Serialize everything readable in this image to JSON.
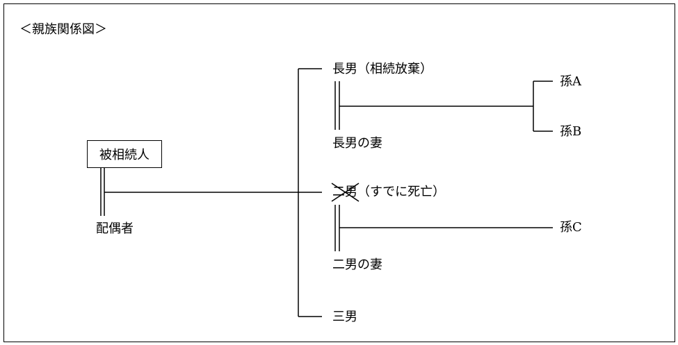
{
  "title": "＜親族関係図＞",
  "decedent": "被相続人",
  "spouse": "配偶者",
  "eldest_son": "長男（相続放棄）",
  "eldest_son_wife": "長男の妻",
  "second_son_name": "二男",
  "second_son_note": "（すでに死亡）",
  "second_son_wife": "二男の妻",
  "third_son": "三男",
  "grandchild_a": "孫A",
  "grandchild_b": "孫B",
  "grandchild_c": "孫C"
}
